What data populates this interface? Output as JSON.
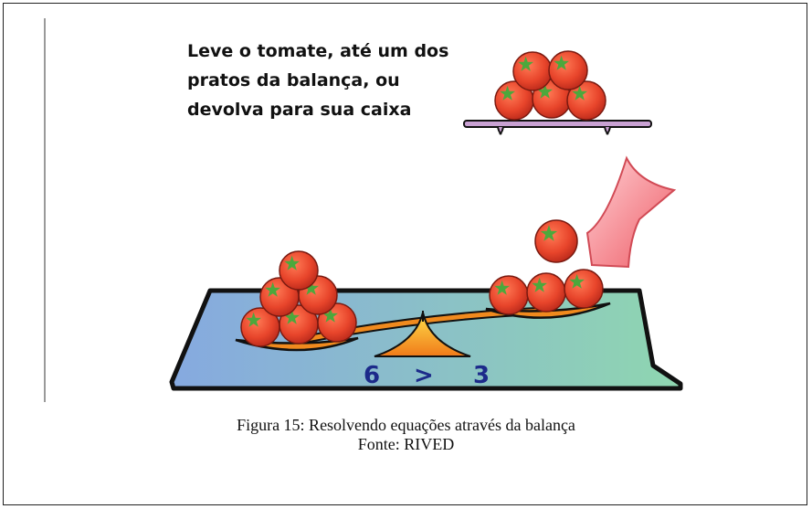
{
  "instruction": {
    "line1": "Leve o tomate, até um dos",
    "line2": "pratos da balança, ou",
    "line3": "devolva para sua caixa"
  },
  "balance": {
    "left_count": "6",
    "operator": ">",
    "right_count": "3",
    "left_tomatoes": 6,
    "right_tomatoes": 3,
    "shelf_tomatoes": 5,
    "held_tomatoes": 1
  },
  "colors": {
    "board_left": "#86a9e0",
    "board_right": "#8fd6b0",
    "tomato": "#e8452b",
    "stem": "#4ca83c",
    "pan": "#f08a1e",
    "shelf": "#c9a1d3",
    "arrow": "#f0707a"
  },
  "caption": {
    "title": "Figura 15: Resolvendo equações através da balança",
    "source": "Fonte: RIVED"
  }
}
